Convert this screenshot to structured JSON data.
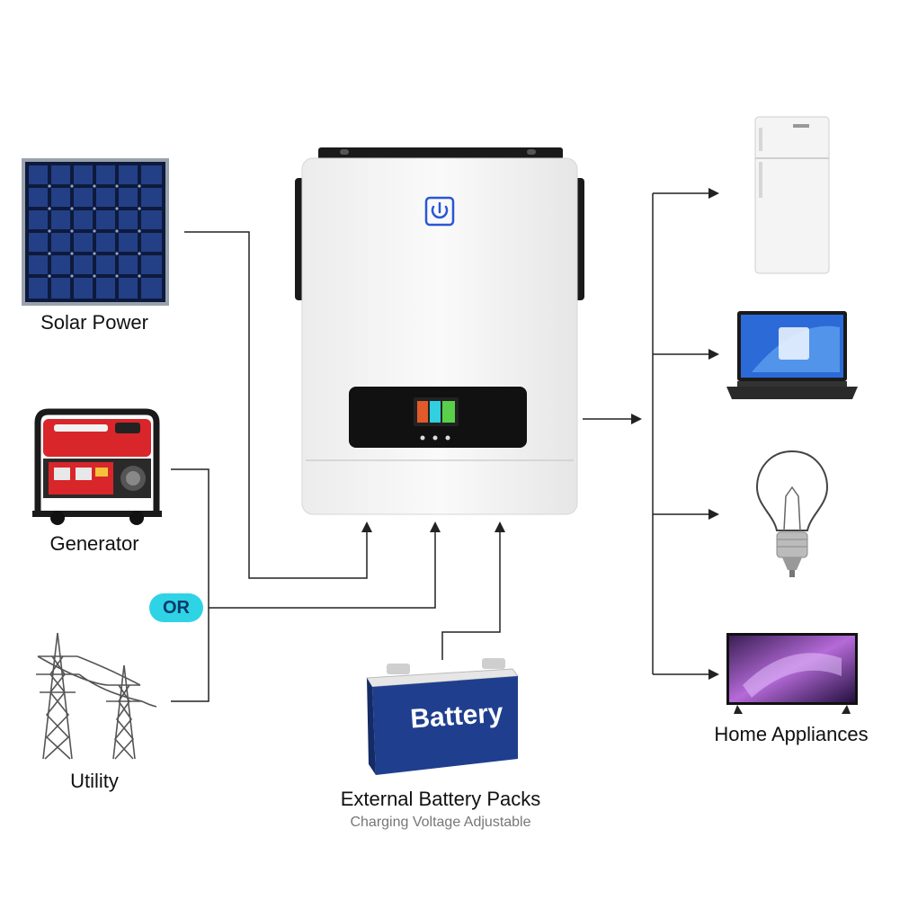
{
  "sources": {
    "solar_label": "Solar Power",
    "generator_label": "Generator",
    "utility_label": "Utility",
    "or_badge": "OR"
  },
  "battery": {
    "text": "Battery",
    "title": "External Battery Packs",
    "subtitle": "Charging Voltage Adjustable"
  },
  "loads": {
    "label": "Home Appliances"
  },
  "colors": {
    "inverter_body": "#f6f6f6",
    "display_panel": "#111111",
    "power_button": "#2a56d6",
    "solar_cell": "#1f3778",
    "generator_red": "#d8262a",
    "battery_blue": "#1f3f8e",
    "or_badge": "#2ed3e6",
    "wire": "#222222"
  },
  "icons": [
    "solar-panel-icon",
    "generator-icon",
    "power-tower-icon",
    "inverter-icon",
    "power-icon",
    "battery-icon",
    "fridge-icon",
    "laptop-icon",
    "lightbulb-icon",
    "tv-icon",
    "arrow-icon"
  ]
}
